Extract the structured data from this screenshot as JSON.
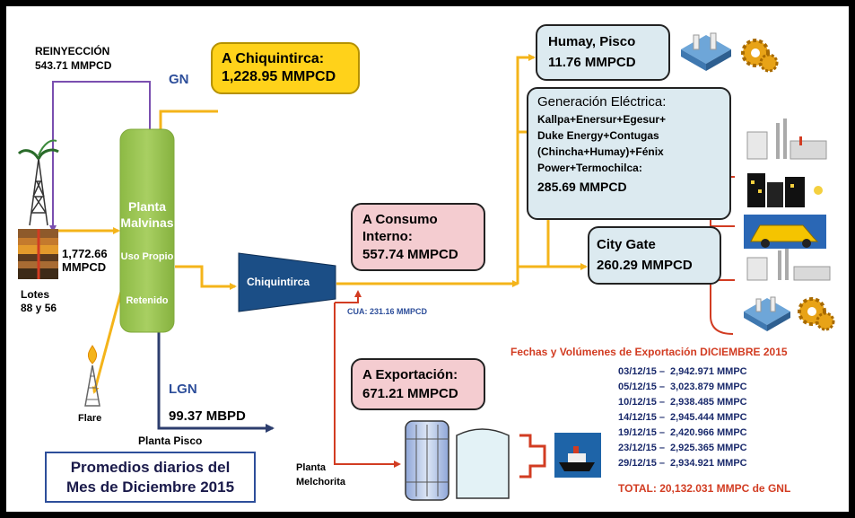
{
  "title": {
    "line1": "Promedios diarios del",
    "line2": "Mes de Diciembre 2015"
  },
  "reinyeccion": {
    "label": "REINYECCIÓN",
    "value": "543.71 MMPCD"
  },
  "gn_label": "GN",
  "chiquintirca_box": {
    "line1": "A Chiquintirca:",
    "line2": "1,228.95 MMPCD"
  },
  "lotes": {
    "value1": "1,772.66",
    "value2": "MMPCD",
    "label1": "Lotes",
    "label2": "88 y 56"
  },
  "planta_malvinas": {
    "line1": "Planta",
    "line2": "Malvinas",
    "uso": "Uso Propio",
    "retenido": "Retenido"
  },
  "flare_label": "Flare",
  "chiquintirca_station": "Chiquintirca",
  "cua_label": "CUA: 231.16 MMPCD",
  "lgn": {
    "label": "LGN",
    "value": "99.37 MBPD",
    "destino": "Planta Pisco"
  },
  "consumo_interno": {
    "line1": "A Consumo",
    "line2": "Interno:",
    "value": "557.74 MMPCD"
  },
  "exportacion": {
    "line1": "A Exportación:",
    "value": "671.21 MMPCD"
  },
  "melchorita": {
    "line1": "Planta",
    "line2": "Melchorita"
  },
  "humay": {
    "line1": "Humay, Pisco",
    "value": "11.76 MMPCD"
  },
  "generacion": {
    "title": "Generación Eléctrica:",
    "lines": [
      "Kallpa+Enersur+Egesur+",
      "Duke Energy+Contugas",
      "(Chincha+Humay)+Fénix",
      "Power+Termochilca:"
    ],
    "value": "285.69 MMPCD"
  },
  "city_gate": {
    "line1": "City Gate",
    "value": "260.29 MMPCD"
  },
  "export_schedule": {
    "title": "Fechas y Volúmenes de Exportación DICIEMBRE 2015",
    "rows": [
      {
        "date": "03/12/15 –",
        "volume": "2,942.971 MMPC"
      },
      {
        "date": "05/12/15 –",
        "volume": "3,023.879 MMPC"
      },
      {
        "date": "10/12/15 –",
        "volume": "2,938.485 MMPC"
      },
      {
        "date": "14/12/15 –",
        "volume": "2,945.444 MMPC"
      },
      {
        "date": "19/12/15 –",
        "volume": "2,420.966 MMPC"
      },
      {
        "date": "23/12/15 –",
        "volume": "2,925.365 MMPC"
      },
      {
        "date": "29/12/15 –",
        "volume": "2,934.921 MMPC"
      }
    ],
    "total": "TOTAL:   20,132.031 MMPC de GNL"
  },
  "icons": [
    "oil-derrick-icon",
    "rock-strata-icon",
    "flare-icon",
    "power-plant-icon",
    "gear-icon",
    "factory-icon",
    "city-buildings-icon",
    "taxi-icon",
    "lng-tank-icon",
    "ship-icon"
  ],
  "colors": {
    "orange": "#F4B41A",
    "purple": "#7A4FB0",
    "navy": "#2D3E6E",
    "red": "#D23C22",
    "pink": "#F4CCD0",
    "lightblue": "#DCEAF0",
    "yellow": "#FFD21A",
    "green": "#9CC354",
    "station": "#1B4E86"
  }
}
